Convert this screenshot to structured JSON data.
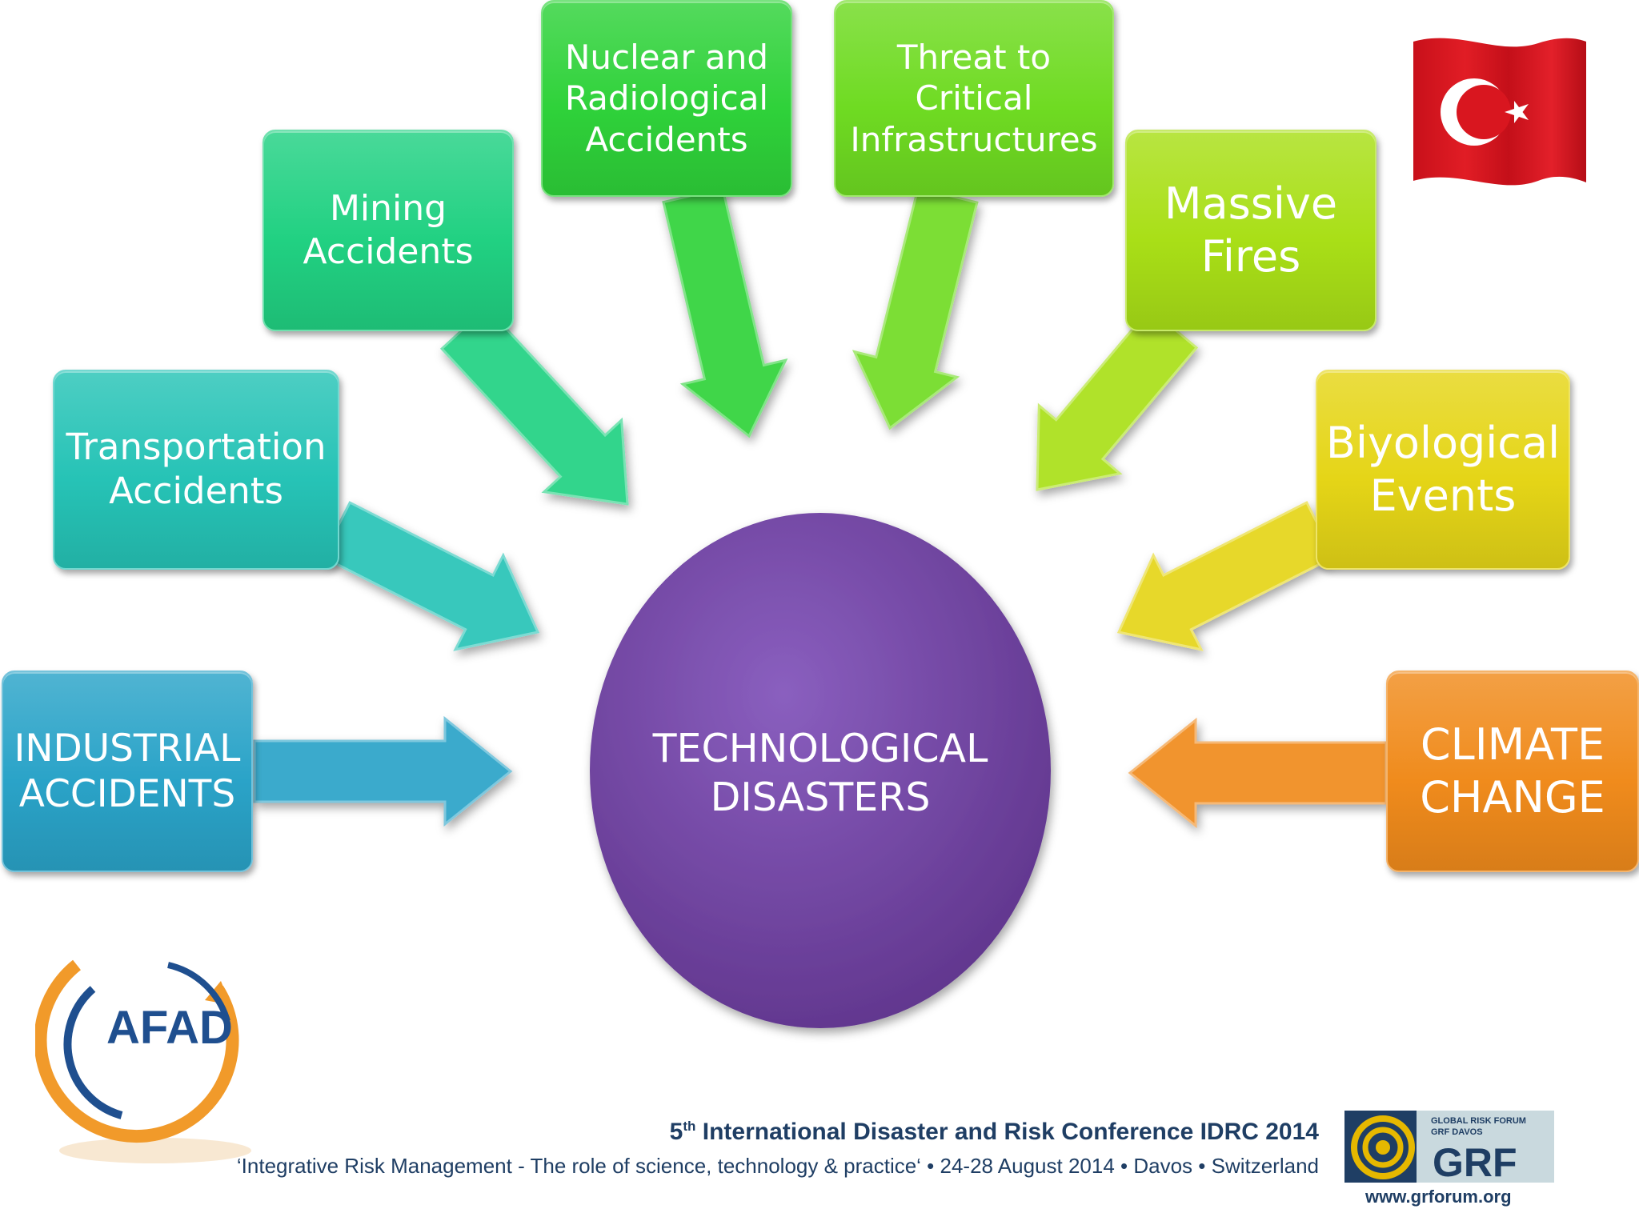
{
  "diagram": {
    "center": {
      "label": "TECHNOLOGICAL\nDISASTERS",
      "color": "#6b3f99"
    },
    "nodes": [
      {
        "id": "industrial",
        "label": "INDUSTRIAL\nACCIDENTS",
        "color": "#2aa3c8"
      },
      {
        "id": "transportation",
        "label": "Transportation\nAccidents",
        "color": "#26c3b6"
      },
      {
        "id": "mining",
        "label": "Mining\nAccidents",
        "color": "#21d182"
      },
      {
        "id": "nuclear",
        "label": "Nuclear and\nRadiological\nAccidents",
        "color": "#2fd23a"
      },
      {
        "id": "threat",
        "label": "Threat to\nCritical\nInfrastructures",
        "color": "#6fdb22"
      },
      {
        "id": "fires",
        "label": "Massive\nFires",
        "color": "#a9df17"
      },
      {
        "id": "biological",
        "label": "Biyological\nEvents",
        "color": "#e5d517"
      },
      {
        "id": "climate",
        "label": "CLIMATE\nCHANGE",
        "color": "#f08b1c"
      }
    ]
  },
  "logos": {
    "afad": "AFAD",
    "grf_line1": "GLOBAL RISK FORUM",
    "grf_line2": "GRF DAVOS",
    "grf_mark": "GRF",
    "flag": "turkish-flag"
  },
  "footer": {
    "title_number": "5",
    "title_sup": "th",
    "title_rest": " International Disaster and Risk Conference IDRC 2014",
    "subtitle": "‘Integrative Risk Management - The role of science, technology & practice‘ • 24-28 August 2014 • Davos • Switzerland",
    "url": "www.grforum.org"
  }
}
